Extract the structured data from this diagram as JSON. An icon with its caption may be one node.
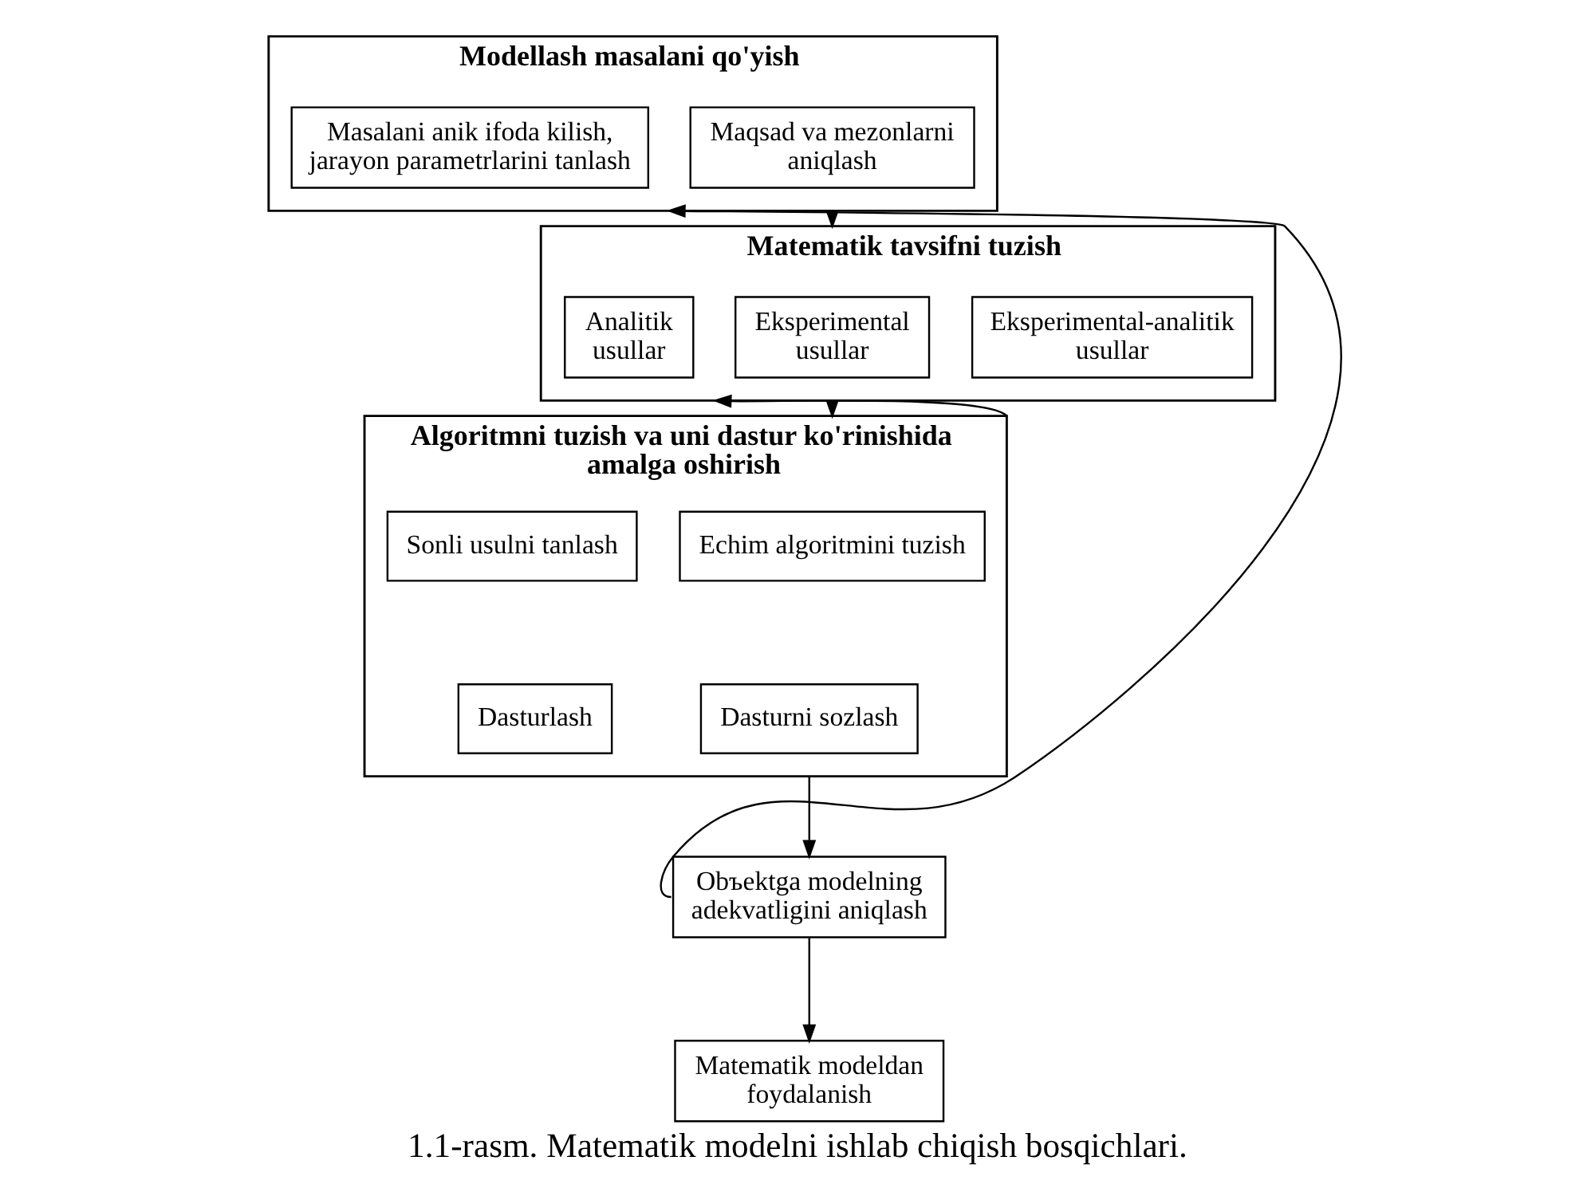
{
  "diagram": {
    "caption": "1.1-rasm. Matematik modelni ishlab chiqish bosqichlari.",
    "nodes": [
      {
        "text": [
          "Modellash masalani qo'yish"
        ]
      },
      {
        "text": [
          "Masalani anik ifoda kilish, jarayon parametrlarini tanlash"
        ],
        "in": 0
      },
      {
        "text": [
          "Maqsad va mezonlarni aniqlash"
        ],
        "in": 0
      },
      {
        "text": [
          "Matematik tavsifni tuzish"
        ]
      },
      {
        "text": [
          "Analitik usullar"
        ],
        "in": 3
      },
      {
        "text": [
          "Eksperimental usullar"
        ],
        "in": 3
      },
      {
        "text": [
          "Eksperimental-analitik usullar"
        ],
        "in": 3
      },
      {
        "text": [
          "Algoritmni tuzish va uni dastur ko'rinishida amalga oshirish"
        ]
      },
      {
        "text": [
          "Sonli usulni tanlash"
        ],
        "in": 7
      },
      {
        "text": [
          "Echim algoritmini tuzish"
        ],
        "in": 7
      },
      {
        "text": [
          "Dasturlash"
        ],
        "in": 7
      },
      {
        "text": [
          "Dasturni sozlash"
        ],
        "in": 7
      },
      {
        "text": [
          "Obъektga modelning adekvatligini aniqlash"
        ]
      },
      {
        "text": [
          "Matematik modeldan foydalanish"
        ]
      }
    ],
    "edges": [
      {
        "from": 0,
        "to": 3,
        "arrow": "to"
      },
      {
        "from": 3,
        "to": 7,
        "arrow": "to"
      },
      {
        "from": 7,
        "to": 12,
        "arrow": "to"
      },
      {
        "from": 12,
        "to": 13,
        "arrow": "to"
      },
      {
        "from": 12,
        "to": 0,
        "arrow": "to"
      },
      {
        "from": 7,
        "to": 3,
        "arrow": "to"
      }
    ]
  }
}
